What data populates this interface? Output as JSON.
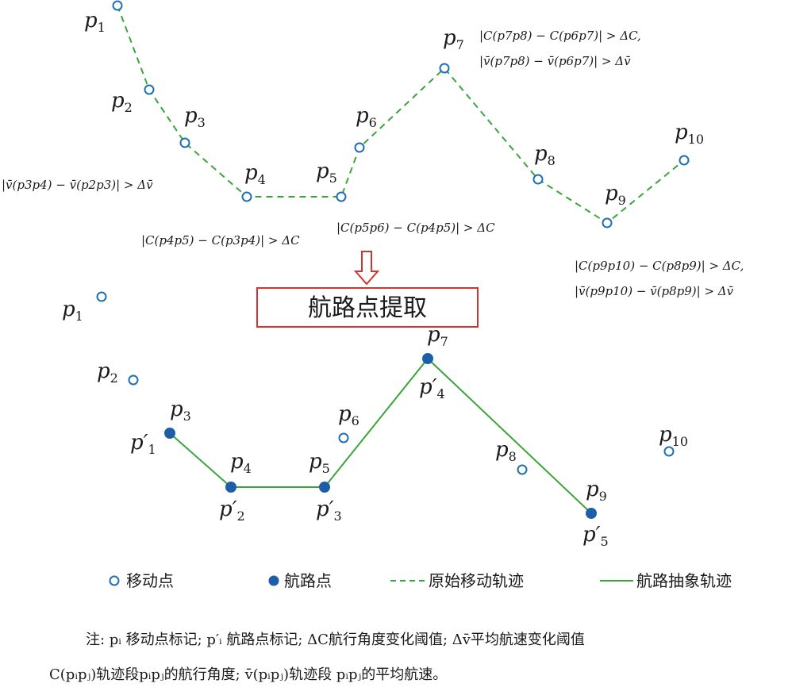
{
  "colors": {
    "move_point_stroke": "#1f6fb2",
    "waypoint_fill": "#1c5fa8",
    "original_track": "#3aa53a",
    "abstract_track": "#3aa53a",
    "box_border": "#d0362b",
    "arrow": "#d0362b"
  },
  "top_labels": {
    "p1": {
      "base": "p",
      "sub": "1"
    },
    "p2": {
      "base": "p",
      "sub": "2"
    },
    "p3": {
      "base": "p",
      "sub": "3"
    },
    "p4": {
      "base": "p",
      "sub": "4"
    },
    "p5": {
      "base": "p",
      "sub": "5"
    },
    "p6": {
      "base": "p",
      "sub": "6"
    },
    "p7": {
      "base": "p",
      "sub": "7"
    },
    "p8": {
      "base": "p",
      "sub": "8"
    },
    "p9": {
      "base": "p",
      "sub": "9"
    },
    "p10": {
      "base": "p",
      "sub": "10"
    }
  },
  "conditions": {
    "c_p4": "|v̄(p3p4) − v̄(p2p3)| > Δv̄",
    "c_p5": "|C(p4p5) − C(p3p4)| > ΔC",
    "c_p6": "|C(p5p6) − C(p4p5)| > ΔC",
    "c_p7_line1": "|C(p7p8) − C(p6p7)| > ΔC,",
    "c_p7_line2": "|v̄(p7p8) − v̄(p6p7)| > Δv̄",
    "c_p9_line1": "|C(p9p10) − C(p8p9)| > ΔC,",
    "c_p9_line2": "|v̄(p9p10) − v̄(p8p9)| > Δv̄"
  },
  "process_box": {
    "label": "航路点提取"
  },
  "bottom_labels": {
    "p1": {
      "base": "p",
      "sub": "1"
    },
    "p2": {
      "base": "p",
      "sub": "2"
    },
    "p3": {
      "base": "p",
      "sub": "3"
    },
    "p4": {
      "base": "p",
      "sub": "4"
    },
    "p5": {
      "base": "p",
      "sub": "5"
    },
    "p6": {
      "base": "p",
      "sub": "6"
    },
    "p7": {
      "base": "p",
      "sub": "7"
    },
    "p8": {
      "base": "p",
      "sub": "8"
    },
    "p9": {
      "base": "p",
      "sub": "9"
    },
    "p10": {
      "base": "p",
      "sub": "10"
    },
    "pp1": {
      "base": "p′",
      "sub": "1"
    },
    "pp2": {
      "base": "p′",
      "sub": "2"
    },
    "pp3": {
      "base": "p′",
      "sub": "3"
    },
    "pp4": {
      "base": "p′",
      "sub": "4"
    },
    "pp5": {
      "base": "p′",
      "sub": "5"
    }
  },
  "legend": {
    "move_point": "移动点",
    "waypoint": "航路点",
    "original_track": "原始移动轨迹",
    "abstract_track": "航路抽象轨迹"
  },
  "note": {
    "line1": "注: pᵢ 移动点标记; p′ᵢ 航路点标记; ΔC航行角度变化阈值;  Δv̄平均航速变化阈值",
    "line2": "C(pᵢpⱼ)轨迹段pᵢpⱼ的航行角度; v̄(pᵢpⱼ)轨迹段 pᵢpⱼ的平均航速。"
  }
}
